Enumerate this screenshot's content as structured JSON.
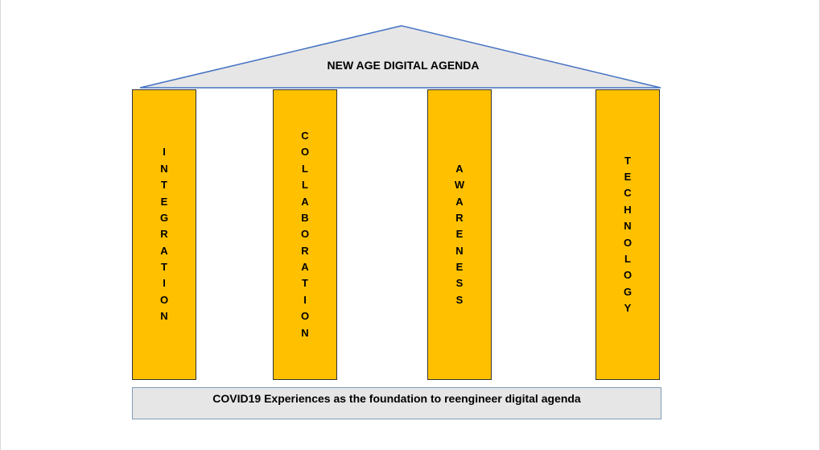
{
  "roof": {
    "title": "NEW AGE DIGITAL AGENDA",
    "fill_color": "#e7e6e6",
    "stroke_color": "#4472c4"
  },
  "pillars": [
    {
      "label": "INTEGRATION"
    },
    {
      "label": "COLLABORATION"
    },
    {
      "label": "AWARENESS"
    },
    {
      "label": "TECHNOLOGY"
    }
  ],
  "pillar_color": "#ffc000",
  "foundation": {
    "text": "COVID19 Experiences as the foundation to reengineer digital agenda",
    "fill_color": "#e7e6e6"
  }
}
